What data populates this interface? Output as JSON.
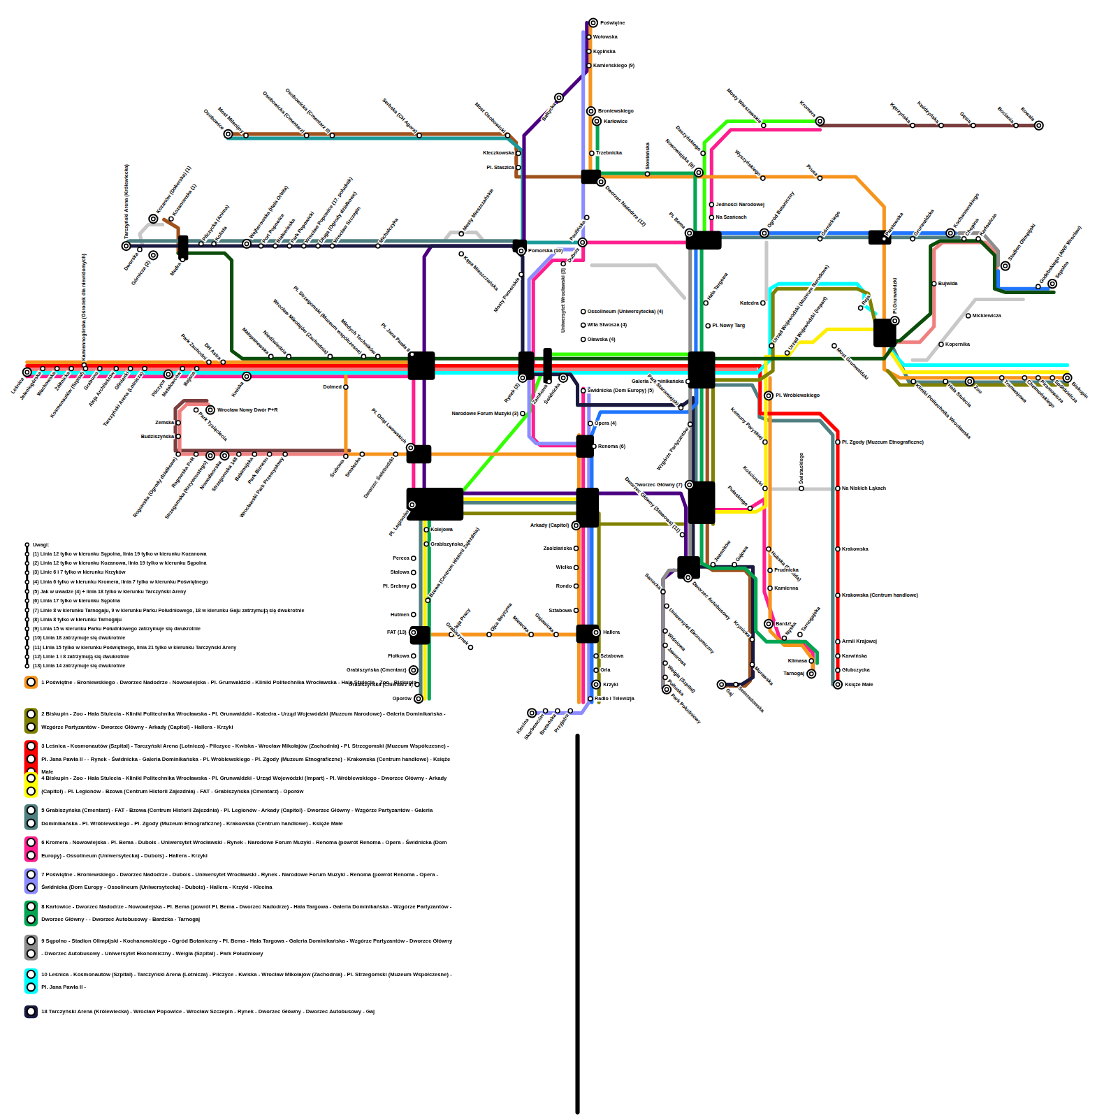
{
  "diagram": {
    "labels": [
      "Uwagi:",
      "(1) Linia 12 tylko w kierunku Sępolna, linia 19 tylko w kierunku Kozanowa",
      "(2) Linia 12 tylko w kierunku Kozanowa, linia 19 tylko w kierunku Sępolna",
      "(3) Linie 6 i 7 tylko w kierunku Krzyków",
      "(4) Linia 6 tylko w kierunku Kromera, linia 7 tylko w kierunku Poświętnego",
      "(5) Jak w uwadze (4) + linia 18 tylko w kierunku Tarczyński Areny",
      "(6) Linia 17 tylko w kierunku Sępolna",
      "(7) Linie 8 w kierunku Tarnogaju, 9 w kierunku Parku Południowego, 18 w kierunku Gaju zatrzymują się dwukrotnie",
      "(8) Linia 8 tylko w kierunku Tarnogaju",
      "(9) Linia 15 w kierunku Parku Południowego zatrzymuje się dwukrotnie",
      "(10) Linia 18 zatrzymuje się dwukrotnie",
      "(11) Linia 15 tylko w kierunku Poświętnego, linia 21 tylko w kierunku Tarczyński Areny",
      "(12) Linie 1 i 8 zatrzymują się dwukrotnie",
      "(13) Linia 14 zatrzymuje się dwukrotnie",
      "Poświętne",
      "Wołowska",
      "Kępińska",
      "Kamieńskiego (9)",
      "Bałtycka",
      "Broniewskiego",
      "Karłowice",
      "Trzebnicka",
      "Dworzec Nadodrze (12)",
      "Paulińska",
      "Dubois",
      "Pomorska (10)",
      "Mosty Pomorskie",
      "Uniwersytet Wrocławski (3)",
      "Ossolineum (Uniwersytecka) (4)",
      "Wita Stwosza (4)",
      "Oławska (4)",
      "Świdnicka (Dom Europy) (5)",
      "Opera (4)",
      "Renoma (6)",
      "Narodowe Forum Muzyki (3)",
      "Arkady (Capitol)",
      "Zaolziańska",
      "Wielka",
      "Rondo",
      "Sztabowa",
      "Hallera",
      "Sztabowa",
      "Orla",
      "Krzyki",
      "Radio i Telewizja",
      "Przyjaźni",
      "Bretońska",
      "Skarbowców",
      "Klecina",
      "Osobowice",
      "Most Milenijny",
      "Osobowicka (Cmentarz)",
      "Osobowicka (Cmentarz II)",
      "Serbska (CH Agora)",
      "Most Osobowicki",
      "Kleczkowska",
      "Pl. Staszica",
      "Słowiańska",
      "Tarczyński Arena (Królewiecka)",
      "Kozanów (Dokerska) (1)",
      "Kozanowska (1)",
      "Dworska",
      "Górnicza (2)",
      "Modra",
      "Pilczycka (Anima)",
      "Kolista",
      "Wejherowska (Hala Orbita)",
      "Port Popowice",
      "Białowieska",
      "Park Popowicki",
      "Wrocław Popowice (17. południk)",
      "Długa (Ogrody działkowe)",
      "Wrocław Szczepin",
      "Michalczyka",
      "Mosty Mieszczańskie",
      "Kępa Mieszczańska",
      "Leśnica",
      "Jeleniogórska",
      "Wachowska",
      "Żółtnicka",
      "Kamiennogórska (Ośrodek dla niewidomych)",
      "Kosmonautów (Szpital)",
      "Grabowa",
      "Aleja Architektów",
      "Glinianki",
      "Tarczyński Arena (Lotnicza)",
      "Pilczyce",
      "Metalowców",
      "Bajana",
      "Park Zachodni",
      "DH Astra",
      "Kwiska",
      "Małopanewska",
      "Niedźwiedzia",
      "Wrocław Mikołajów (Zachodnia)",
      "Pl. Strzegomski (Muzeum współczesne)",
      "Młodych Techników",
      "Pl. Jana Pawła II",
      "Dolmed",
      "Rynek (3)",
      "Zamkowa",
      "Świdnicka",
      "Galeria Dominikańska",
      "Wrocław Nowy Dwór P+R",
      "Park Tysiąclecia",
      "Zemska",
      "Budziszyńska",
      "Rogowska (Ogrody działkowe)",
      "Rogowska P+R",
      "Strzegomska (Krzywoustego)",
      "Nowodworska",
      "Strzegomska 148",
      "Babimojska",
      "Park Biznesu",
      "Wrocławski Park Przemysłowy",
      "Śrubowa",
      "Smolecka",
      "Dworzec Świebodzki",
      "Pl. Orląt Lwowskich",
      "Pl. Legionów",
      "Kolejowa",
      "Grabiszyńska",
      "Pereca",
      "Stalowa",
      "Pl. Srebrny",
      "Bzowa (Centrum Historii Zajezdnia)",
      "Hutmen",
      "FAT (13)",
      "Fiołkowa",
      "Grabiszyńska (Cmentarz)",
      "Grabiszyńska (Cmentarz II)",
      "Oporów",
      "Aleja Pracy",
      "Ojca Beyzyma",
      "Grabiszynek",
      "Mielecka",
      "Gajowicka",
      "Mosty Warszawskie",
      "Kromera",
      "Kętrzyńska",
      "Kwidzyńska",
      "Gęsia",
      "Bociania",
      "Kowale",
      "Daszyńskiego",
      "Nowowiejska (8)",
      "Wyszyńskiego",
      "Prusa",
      "Jedności Narodowej",
      "Na Szańcach",
      "Pl. Bema",
      "Ogród Botaniczny",
      "Górnickiego",
      "Piastowska",
      "Grunwaldzka",
      "Kochanowskiego",
      "Chopina",
      "Karłowicza",
      "Stadion Olimpijski",
      "Godebskiego (AWF Wrocław)",
      "Sępolno",
      "Bujwida",
      "Mickiewicza",
      "Kopernika",
      "Hala Targowa",
      "Pl. Nowy Targ",
      "Katedra",
      "Reja",
      "Pl.Grunwaldzki",
      "Urząd Wojewódzki (Muzeum Narodowe)",
      "Urząd Wojewódzki (Impart)",
      "Most Grunwaldzki",
      "Kliniki Politechnika Wrocławska",
      "Hala Stulecia",
      "Zoo",
      "Tramwajowa",
      "Chełmońskiego",
      "Piramowicza",
      "Spółdzielcza",
      "Biskupin",
      "Pl. Wróblewskiego",
      "Komuny Paryskiej",
      "Kościuszki",
      "Pułaskiego",
      "Świstackiego",
      "Pl. Zgody (Muzeum Etnograficzne)",
      "Na Niskich Łąkach",
      "Krakowska",
      "Krakowska (Centrum handlowe)",
      "Armii Krajowej",
      "Karwińska",
      "Głubczycka",
      "Księże Małe",
      "Park Staromiejski",
      "Wzgórze Partyzantów",
      "Dworzec Główny (7)",
      "Dworzec Główny (Stawowa) (11)",
      "Dworzec Autobusowy",
      "Joannitów",
      "Gajowa",
      "Hubska (Dawida)",
      "Prudnicka",
      "Kamienna",
      "Bardzka",
      "Nyska",
      "Tarnogajska",
      "Klimasa",
      "Tarnogaj",
      "Krynicka",
      "Morawska",
      "Gaj",
      "Świeradowska",
      "Sanocka",
      "Uniwersytet Ekonomiczny",
      "Wiśniowa",
      "Jaworowa",
      "Weigla (Szpital)",
      "Pułtuska",
      "Park Południowy"
    ],
    "legend": [
      {
        "text": "1 Poświętne - Broniewskiego - Dworzec Nadodrze - Nowowiejska - Pl. Grunwaldzki - Kliniki Politechnika Wrocławska - Hala Stulecia - Zoo - Biskupin",
        "color": "#f7941d"
      },
      {
        "text": "2 Biskupin - Zoo - Hala Stulecia - Kliniki Politechnika Wrocławska - Pl. Grunwaldzki - Katedra - Urząd Wojewódzki (Muzeum Narodowe) - Galeria Dominikańska - Wzgórze Partyzantów - Dworzec Główny - Arkady (Capitol) - Hallera - Krzyki",
        "color": "#808000"
      },
      {
        "text": "3 Leśnica - Kosmonautów (Szpital) - Tarczyński Arena (Lotnicza) - Pilczyce - Kwiska - Wrocław Mikołajów (Zachodnia) - Pl. Strzegomski (Muzeum Współczesne) - Pl. Jana Pawła II - - Rynek - Świdnicka - Galeria Dominikańska - Pl. Wróblewskiego - Pl. Zgody (Muzeum Etnograficzne) - Krakowska (Centrum handlowe) - Księże Małe",
        "color": "#ff0000"
      },
      {
        "text": "4 Biskupin - Zoo - Hala Stulecia - Kliniki Politechnika Wrocławska - Pl. Grunwaldzki - Urząd Wojewódzki (Impart) - Pl. Wróblewskiego - Dworzec Główny - Arkady (Capitol) - Pl. Legionów - Bzowa (Centrum Historii Zajezdnia) - FAT - Grabiszyńska (Cmentarz) - Oporów",
        "color": "#ffff00"
      },
      {
        "text": "5 Grabiszyńska (Cmentarz) - FAT - Bzowa (Centrum Historii Zajezdnia) - Pl. Legionów - Arkady (Capitol) - Dworzec Główny - Wzgórze Partyzantów - Galeria Dominikańska - Pl. Wróblewskiego - Pl. Zgody (Muzeum Etnograficzne) - Krakowska (Centrum handlowe) - Księże Małe",
        "color": "#4f7f80"
      },
      {
        "text": "6 Kromera - Nowowiejska - Pl. Bema - Dubois - Uniwersytet Wrocławski - Rynek - Narodowe Forum Muzyki - Renoma (powrót Renoma - Opera - Świdnicka (Dom Europy) - Ossolineum (Uniwersytecka) - Dubois) - Hallera - Krzyki",
        "color": "#ff1f8e"
      },
      {
        "text": "7 Poświętne - Broniewskiego - Dworzec Nadodrze - Dubois - Uniwersytet Wrocławski - Rynek - Narodowe Forum Muzyki - Renoma (powrót Renoma - Opera - Świdnicka (Dom Europy - Ossolineum (Uniwersytecka) - Dubois) - Hallera - Krzyki - Klecina",
        "color": "#8c8cff"
      },
      {
        "text": "8 Karłowice - Dworzec Nadodrze - Nowowiejska - Pl. Bema (powrót Pl. Bema - Dworzec Nadodrze) - Hala Targowa - Galeria Dominikańska - Wzgórze Partyzantów - Dworzec Główny - - Dworzec Autobusowy - Bardzka - Tarnogaj",
        "color": "#00a651"
      },
      {
        "text": "9 Sępolno - Stadion Olimpijski - Kochanowskiego - Ogród Botaniczny - Pl. Bema - Hala Targowa - Galeria Dominikańska - Wzgórze Partyzantów - Dworzec Główny - Dworzec Autobusowy - Uniwersytet Ekonomiczny - Weigla (Szpital) - Park Południowy",
        "color": "#8c8c8c"
      },
      {
        "text": "10 Leśnica - Kosmonautów (Szpital) - Tarczyński Arena (Lotnicza) - Pilczyce - Kwiska - Wrocław Mikołajów (Zachodnia) - Pl. Strzegomski (Muzeum Współczesne) - Pl. Jana Pawła II -",
        "color": "#00ffff"
      },
      {
        "text": "18 Tarczyński Arena (Królewiecka) - Wrocław Popowice - Wrocław Szczepin - Rynek - Dworzec Główny - Dworzec Autobusowy - Gaj",
        "color": "#1a1a40"
      }
    ]
  }
}
